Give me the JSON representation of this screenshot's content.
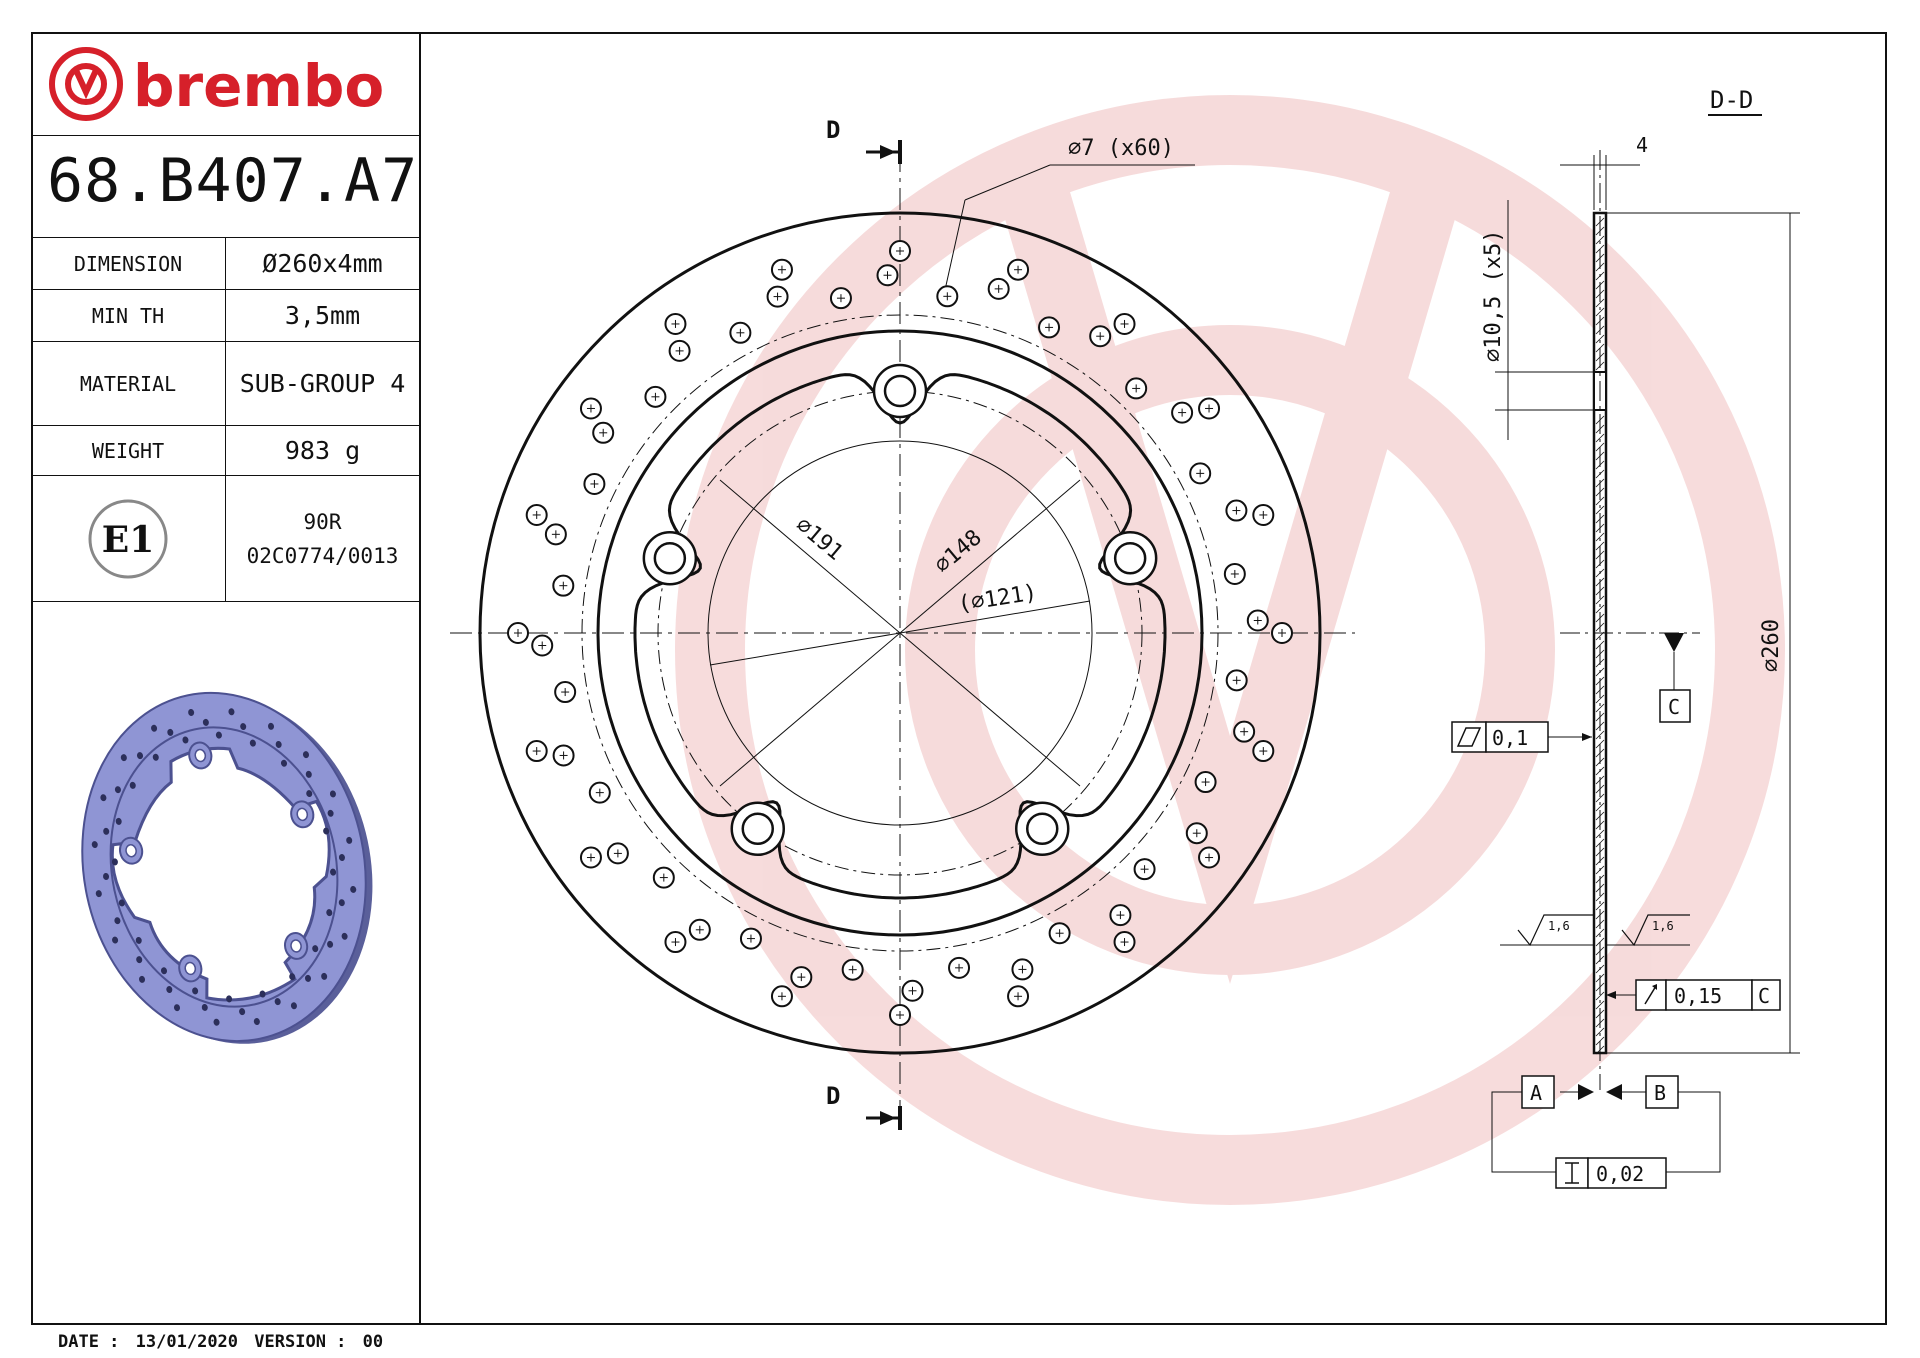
{
  "brand": {
    "name": "brembo",
    "color": "#d6202a"
  },
  "part_number": "68.B407.A7",
  "specs": [
    {
      "label": "DIMENSION",
      "value": "Ø260x4mm"
    },
    {
      "label": "MIN TH",
      "value": "3,5mm"
    },
    {
      "label": "MATERIAL",
      "value": "SUB-GROUP 4"
    },
    {
      "label": "WEIGHT",
      "value": "983 g"
    }
  ],
  "approval": {
    "mark": "E1",
    "line1": "90R",
    "line2": "02C0774/0013"
  },
  "footer": {
    "date_label": "DATE :",
    "date_value": "13/01/2020",
    "version_label": "VERSION :",
    "version_value": "00"
  },
  "drawing": {
    "section_marker": "D",
    "section_title": "D-D",
    "dim_holes": "⌀7 (x60)",
    "dim_191": "⌀191",
    "dim_148": "⌀148",
    "dim_121": "(⌀121)",
    "dim_thickness": "4",
    "dim_mount_holes": "⌀10,5 (x5)",
    "dim_outer": "⌀260",
    "datum_a": "A",
    "datum_b": "B",
    "datum_c": "C",
    "roughness": "1,6",
    "tol_flatness": "0,1",
    "tol_runout": "0,15",
    "tol_parallel": "0,02"
  },
  "colors": {
    "disc_fill": "#8f95d4",
    "disc_edge": "#5a5f9a",
    "watermark": "#f2c8c8"
  }
}
